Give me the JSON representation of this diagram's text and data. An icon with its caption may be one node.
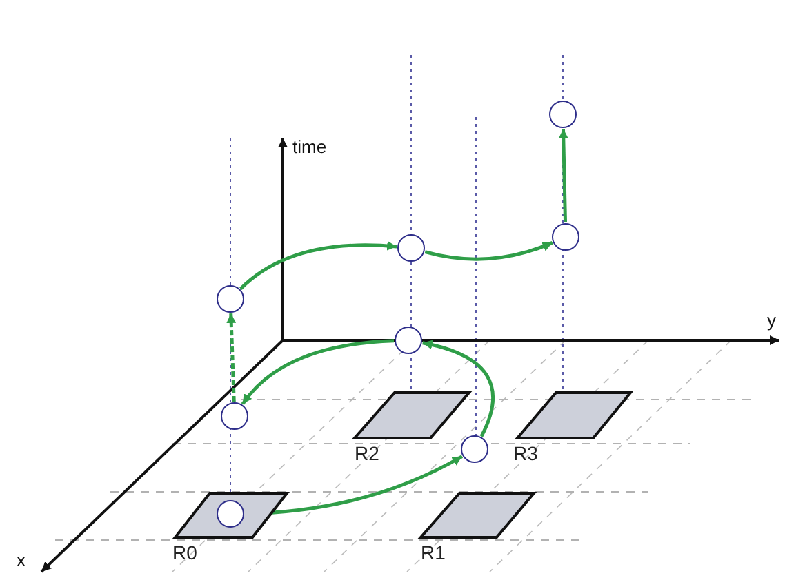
{
  "diagram": {
    "nodes": [
      {
        "text": [
          "R2"
        ]
      },
      {
        "text": [
          "R3"
        ]
      },
      {
        "text": [
          "R0"
        ]
      },
      {
        "text": [
          "R1"
        ]
      },
      {
        "text": [],
        "shape": "circle"
      },
      {
        "text": [],
        "shape": "circle"
      },
      {
        "text": [],
        "shape": "circle"
      },
      {
        "text": [],
        "shape": "circle"
      },
      {
        "text": [],
        "shape": "circle"
      },
      {
        "text": [],
        "shape": "circle"
      },
      {
        "text": [],
        "shape": "circle"
      },
      {
        "text": [],
        "shape": "circle",
        "in": 2
      }
    ],
    "edges": [
      {
        "from": 11,
        "to": 10,
        "arrow": "to"
      },
      {
        "from": 10,
        "to": 8,
        "arrow": "to"
      },
      {
        "from": 8,
        "to": 9,
        "arrow": "to"
      },
      {
        "from": 9,
        "to": 7,
        "arrow": "to",
        "style": "dashed"
      },
      {
        "from": 7,
        "to": 6,
        "arrow": "to"
      },
      {
        "from": 6,
        "to": 5,
        "arrow": "to"
      },
      {
        "from": 5,
        "to": 4,
        "arrow": "to"
      }
    ],
    "labels": [
      "time",
      "y",
      "x"
    ]
  }
}
